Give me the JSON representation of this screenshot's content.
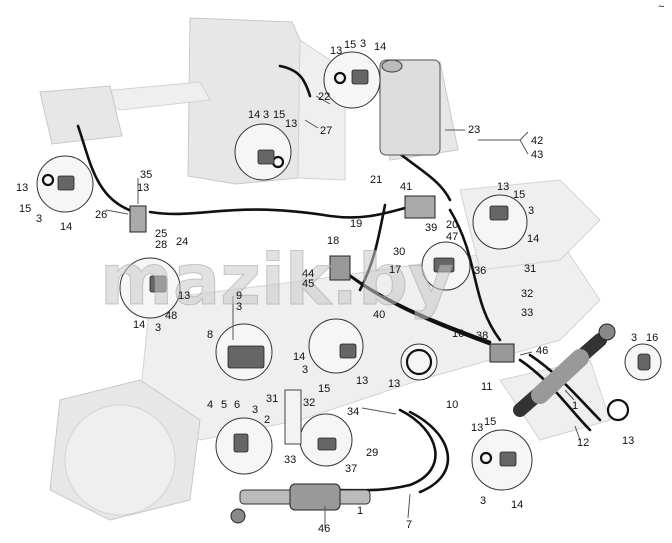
{
  "watermark": "mazik.by",
  "corner_mark": "~",
  "callouts": [
    {
      "id": "c-13a",
      "text": "13"
    },
    {
      "id": "c-15a",
      "text": "15"
    },
    {
      "id": "c-3a",
      "text": "3"
    },
    {
      "id": "c-14a",
      "text": "14"
    },
    {
      "id": "c-22",
      "text": "22"
    },
    {
      "id": "c-27",
      "text": "27"
    },
    {
      "id": "c-14b",
      "text": "14"
    },
    {
      "id": "c-3b",
      "text": "3"
    },
    {
      "id": "c-15b",
      "text": "15"
    },
    {
      "id": "c-13b",
      "text": "13"
    },
    {
      "id": "c-23",
      "text": "23"
    },
    {
      "id": "c-42",
      "text": "42"
    },
    {
      "id": "c-43",
      "text": "43"
    },
    {
      "id": "c-13c",
      "text": "13"
    },
    {
      "id": "c-15c",
      "text": "15"
    },
    {
      "id": "c-3c",
      "text": "3"
    },
    {
      "id": "c-14c",
      "text": "14"
    },
    {
      "id": "c-26",
      "text": "26"
    },
    {
      "id": "c-35",
      "text": "35"
    },
    {
      "id": "c-13d",
      "text": "13"
    },
    {
      "id": "c-25",
      "text": "25"
    },
    {
      "id": "c-28",
      "text": "28"
    },
    {
      "id": "c-24",
      "text": "24"
    },
    {
      "id": "c-21",
      "text": "21"
    },
    {
      "id": "c-41",
      "text": "41"
    },
    {
      "id": "c-19",
      "text": "19"
    },
    {
      "id": "c-39",
      "text": "39"
    },
    {
      "id": "c-20",
      "text": "20"
    },
    {
      "id": "c-47",
      "text": "47"
    },
    {
      "id": "c-13e",
      "text": "13"
    },
    {
      "id": "c-15e",
      "text": "15"
    },
    {
      "id": "c-3e",
      "text": "3"
    },
    {
      "id": "c-14e",
      "text": "14"
    },
    {
      "id": "c-18",
      "text": "18"
    },
    {
      "id": "c-30",
      "text": "30"
    },
    {
      "id": "c-17",
      "text": "17"
    },
    {
      "id": "c-44",
      "text": "44"
    },
    {
      "id": "c-45",
      "text": "45"
    },
    {
      "id": "c-36",
      "text": "36"
    },
    {
      "id": "c-31a",
      "text": "31"
    },
    {
      "id": "c-32a",
      "text": "32"
    },
    {
      "id": "c-33a",
      "text": "33"
    },
    {
      "id": "c-13f",
      "text": "13"
    },
    {
      "id": "c-14f",
      "text": "14"
    },
    {
      "id": "c-48",
      "text": "48"
    },
    {
      "id": "c-3f",
      "text": "3"
    },
    {
      "id": "c-9",
      "text": "9"
    },
    {
      "id": "c-3g",
      "text": "3"
    },
    {
      "id": "c-40",
      "text": "40"
    },
    {
      "id": "c-16a",
      "text": "16"
    },
    {
      "id": "c-38",
      "text": "38"
    },
    {
      "id": "c-8",
      "text": "8"
    },
    {
      "id": "c-14h",
      "text": "14"
    },
    {
      "id": "c-3h",
      "text": "3"
    },
    {
      "id": "c-13h",
      "text": "13"
    },
    {
      "id": "c-13i",
      "text": "13"
    },
    {
      "id": "c-15",
      "text": "15"
    },
    {
      "id": "c-11",
      "text": "11"
    },
    {
      "id": "c-46a",
      "text": "46"
    },
    {
      "id": "c-3j",
      "text": "3"
    },
    {
      "id": "c-16b",
      "text": "16"
    },
    {
      "id": "c-1a",
      "text": "1"
    },
    {
      "id": "c-13j",
      "text": "13"
    },
    {
      "id": "c-12",
      "text": "12"
    },
    {
      "id": "c-10",
      "text": "10"
    },
    {
      "id": "c-4",
      "text": "4"
    },
    {
      "id": "c-5",
      "text": "5"
    },
    {
      "id": "c-6",
      "text": "6"
    },
    {
      "id": "c-3k",
      "text": "3"
    },
    {
      "id": "c-2",
      "text": "2"
    },
    {
      "id": "c-31b",
      "text": "31"
    },
    {
      "id": "c-32b",
      "text": "32"
    },
    {
      "id": "c-34",
      "text": "34"
    },
    {
      "id": "c-13k",
      "text": "13"
    },
    {
      "id": "c-15k",
      "text": "15"
    },
    {
      "id": "c-29",
      "text": "29"
    },
    {
      "id": "c-33b",
      "text": "33"
    },
    {
      "id": "c-37",
      "text": "37"
    },
    {
      "id": "c-3l",
      "text": "3"
    },
    {
      "id": "c-14l",
      "text": "14"
    },
    {
      "id": "c-1b",
      "text": "1"
    },
    {
      "id": "c-46b",
      "text": "46"
    },
    {
      "id": "c-7",
      "text": "7"
    }
  ]
}
